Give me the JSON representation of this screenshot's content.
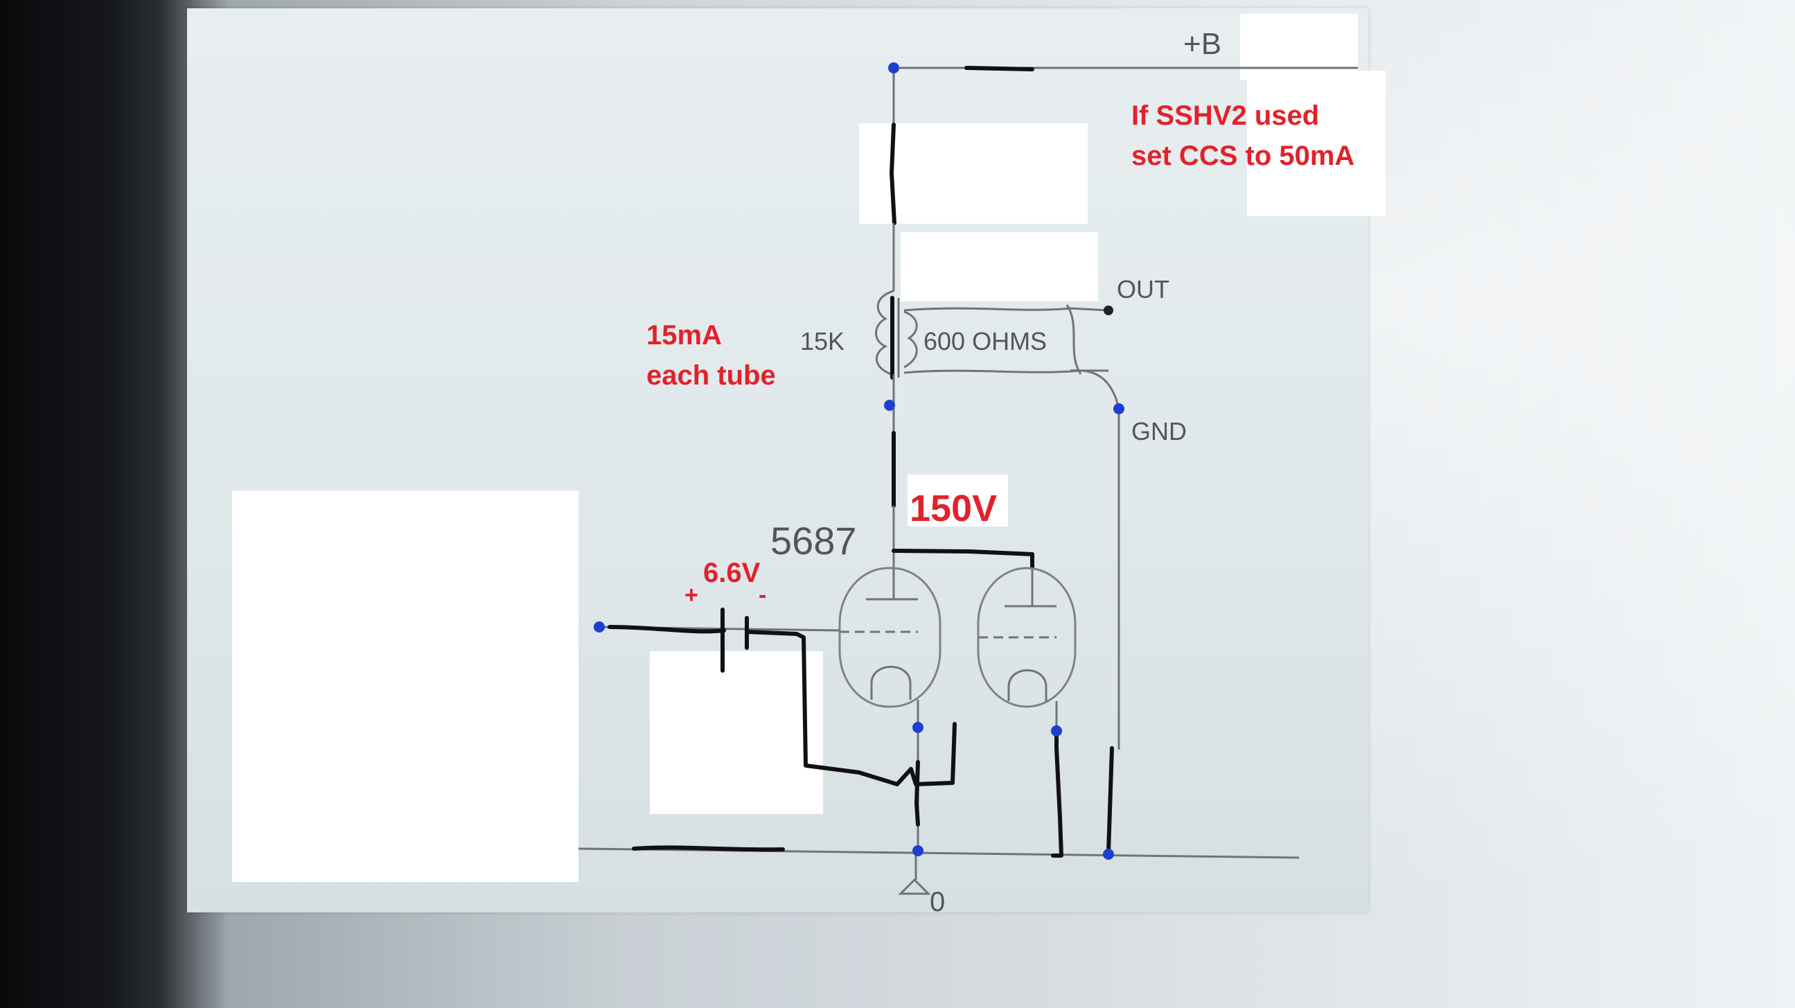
{
  "schematic": {
    "supply_label": "+B",
    "note_red": [
      "If SSHV2 used",
      "set CCS to 50mA"
    ],
    "current_note": [
      "15mA",
      "each tube"
    ],
    "primary_impedance": "15K",
    "secondary_impedance": "600 OHMS",
    "output_label": "OUT",
    "ground_label": "GND",
    "plate_voltage": "150V",
    "tube_type": "5687",
    "bias_voltage": "6.6V",
    "battery_plus": "+",
    "battery_minus": "-",
    "ground_node_label": "0"
  },
  "colors": {
    "annotation": "#e1222b",
    "wire": "#6f7479",
    "node": "#1f3fd0",
    "hand_drawn": "#111111"
  }
}
